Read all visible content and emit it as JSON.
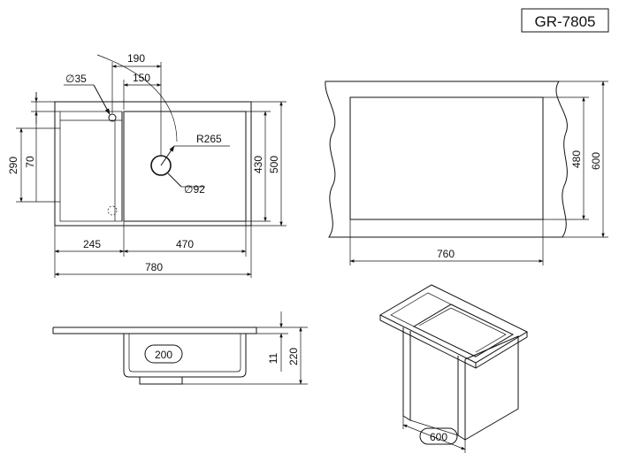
{
  "model": "GR-7805",
  "top_view": {
    "dim_hole_diameter": "∅35",
    "dim_190": "190",
    "dim_150": "150",
    "dim_radius": "R265",
    "dim_drain_diameter": "∅92",
    "dim_290": "290",
    "dim_70": "70",
    "dim_430": "430",
    "dim_500": "500",
    "dim_245": "245",
    "dim_470": "470",
    "dim_780": "780"
  },
  "cutout_view": {
    "dim_width": "760",
    "dim_480": "480",
    "dim_600": "600"
  },
  "side_view": {
    "dim_bowl_depth": "200",
    "dim_11": "11",
    "dim_220": "220"
  },
  "cabinet_view": {
    "dim_cabinet": "600"
  }
}
